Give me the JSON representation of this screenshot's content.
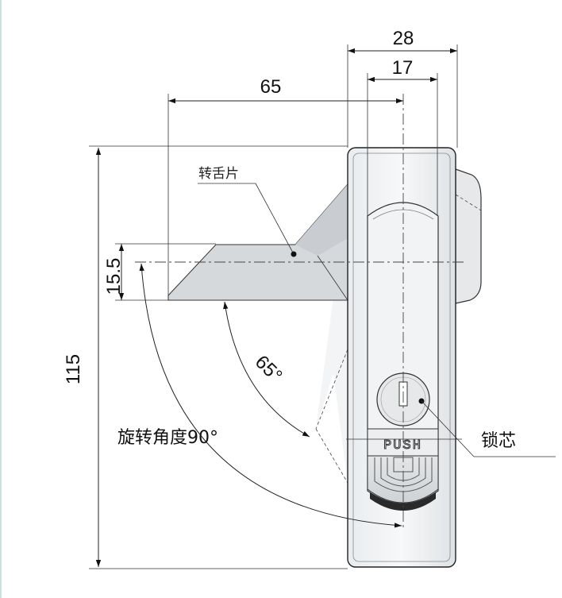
{
  "dimensions": {
    "width_28": "28",
    "width_17": "17",
    "length_65": "65",
    "height_15_5": "15.5",
    "height_115": "115",
    "angle_65": "65°"
  },
  "labels": {
    "tongue": "转舌片",
    "rotation": "旋转角度90°",
    "lock_core": "锁芯",
    "push": "PUSH"
  }
}
